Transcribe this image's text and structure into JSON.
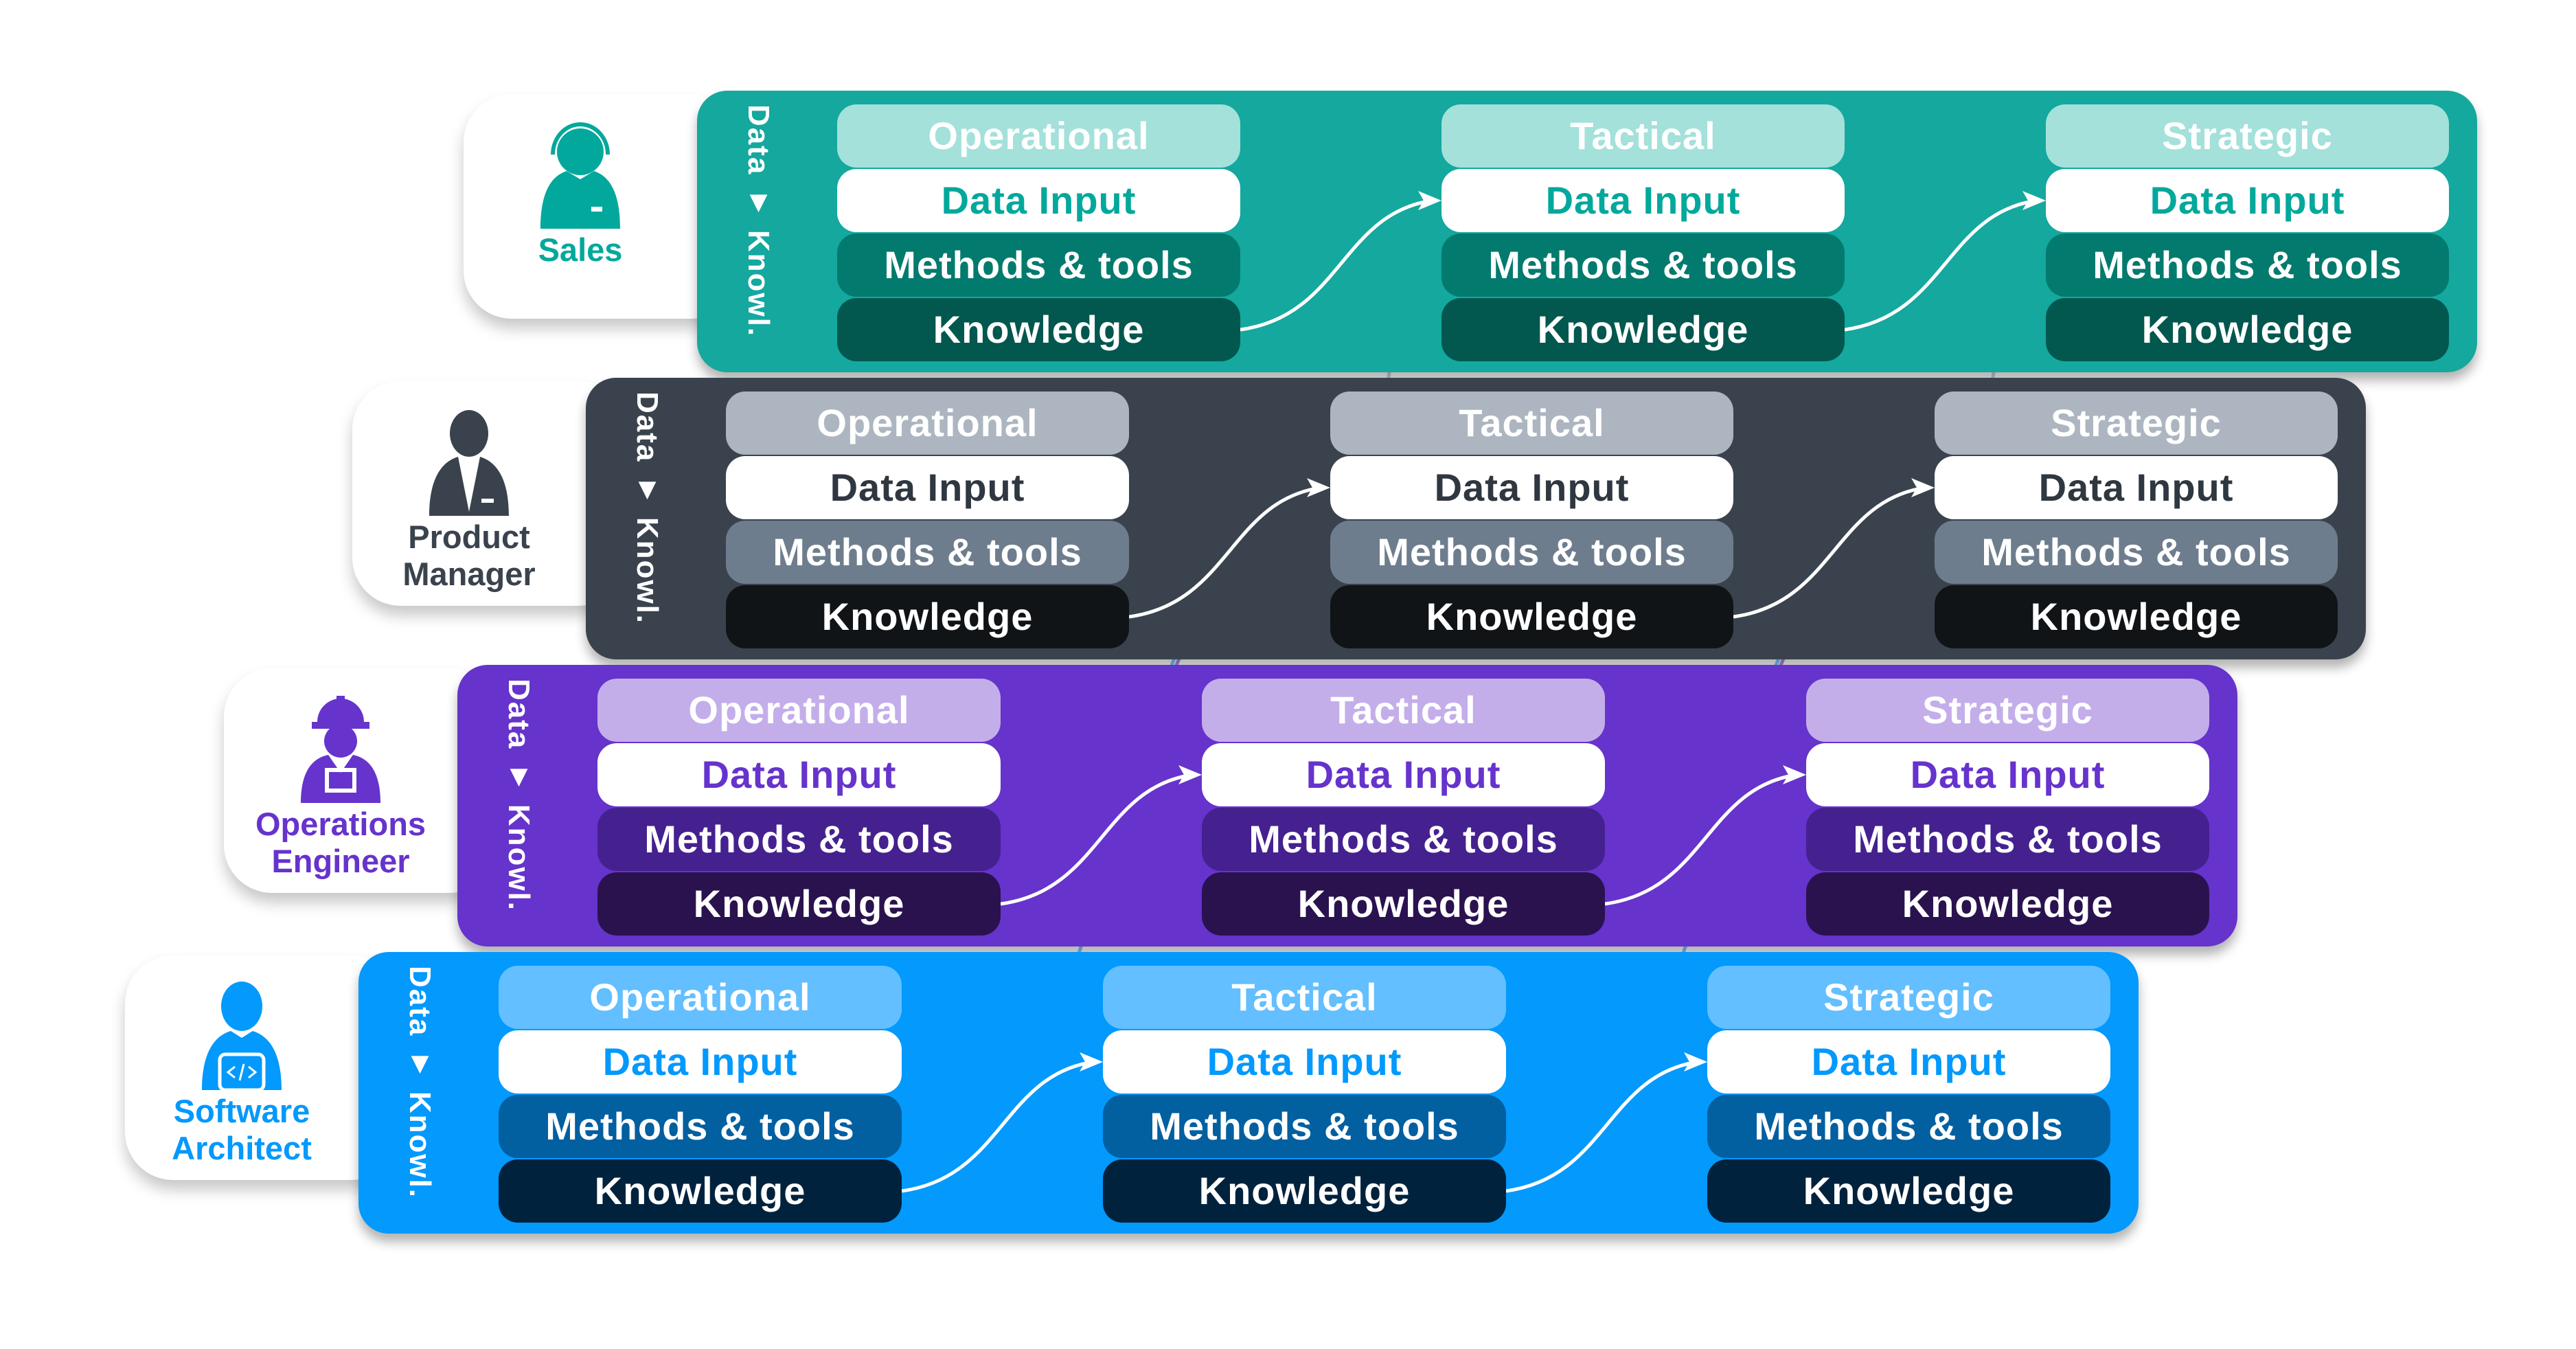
{
  "axis_label": "Data ▼ Knowl.",
  "columns": [
    "Operational",
    "Tactical",
    "Strategic"
  ],
  "rows": [
    "Data Input",
    "Methods & tools",
    "Knowledge"
  ],
  "layers": [
    {
      "role": "Sales",
      "icon": "support-agent-icon",
      "colors": {
        "panel": "#14a89e",
        "header": "#a3e1da",
        "input_text": "#03a89c",
        "methods": "#037a6e",
        "knowledge": "#02574f",
        "role_text": "#03a89c",
        "line": "#ffffff"
      }
    },
    {
      "role": "Product\nManager",
      "icon": "businessman-icon",
      "colors": {
        "panel": "#3a434d",
        "header": "#adb6c0",
        "input_text": "#2f3740",
        "methods": "#6e7d8e",
        "knowledge": "#101417",
        "role_text": "#3a434d",
        "line": "#c9ced4"
      }
    },
    {
      "role": "Operations\nEngineer",
      "icon": "engineer-icon",
      "colors": {
        "panel": "#6633cc",
        "header": "#c3aeea",
        "input_text": "#6633cc",
        "methods": "#45218f",
        "knowledge": "#2a124f",
        "role_text": "#6633cc",
        "line": "#a98ae8"
      }
    },
    {
      "role": "Software\nArchitect",
      "icon": "developer-icon",
      "colors": {
        "panel": "#0399fd",
        "header": "#63bfff",
        "input_text": "#0399fd",
        "methods": "#025fa0",
        "knowledge": "#01223d",
        "role_text": "#0399fd",
        "line": "#7cc8ff"
      }
    }
  ]
}
